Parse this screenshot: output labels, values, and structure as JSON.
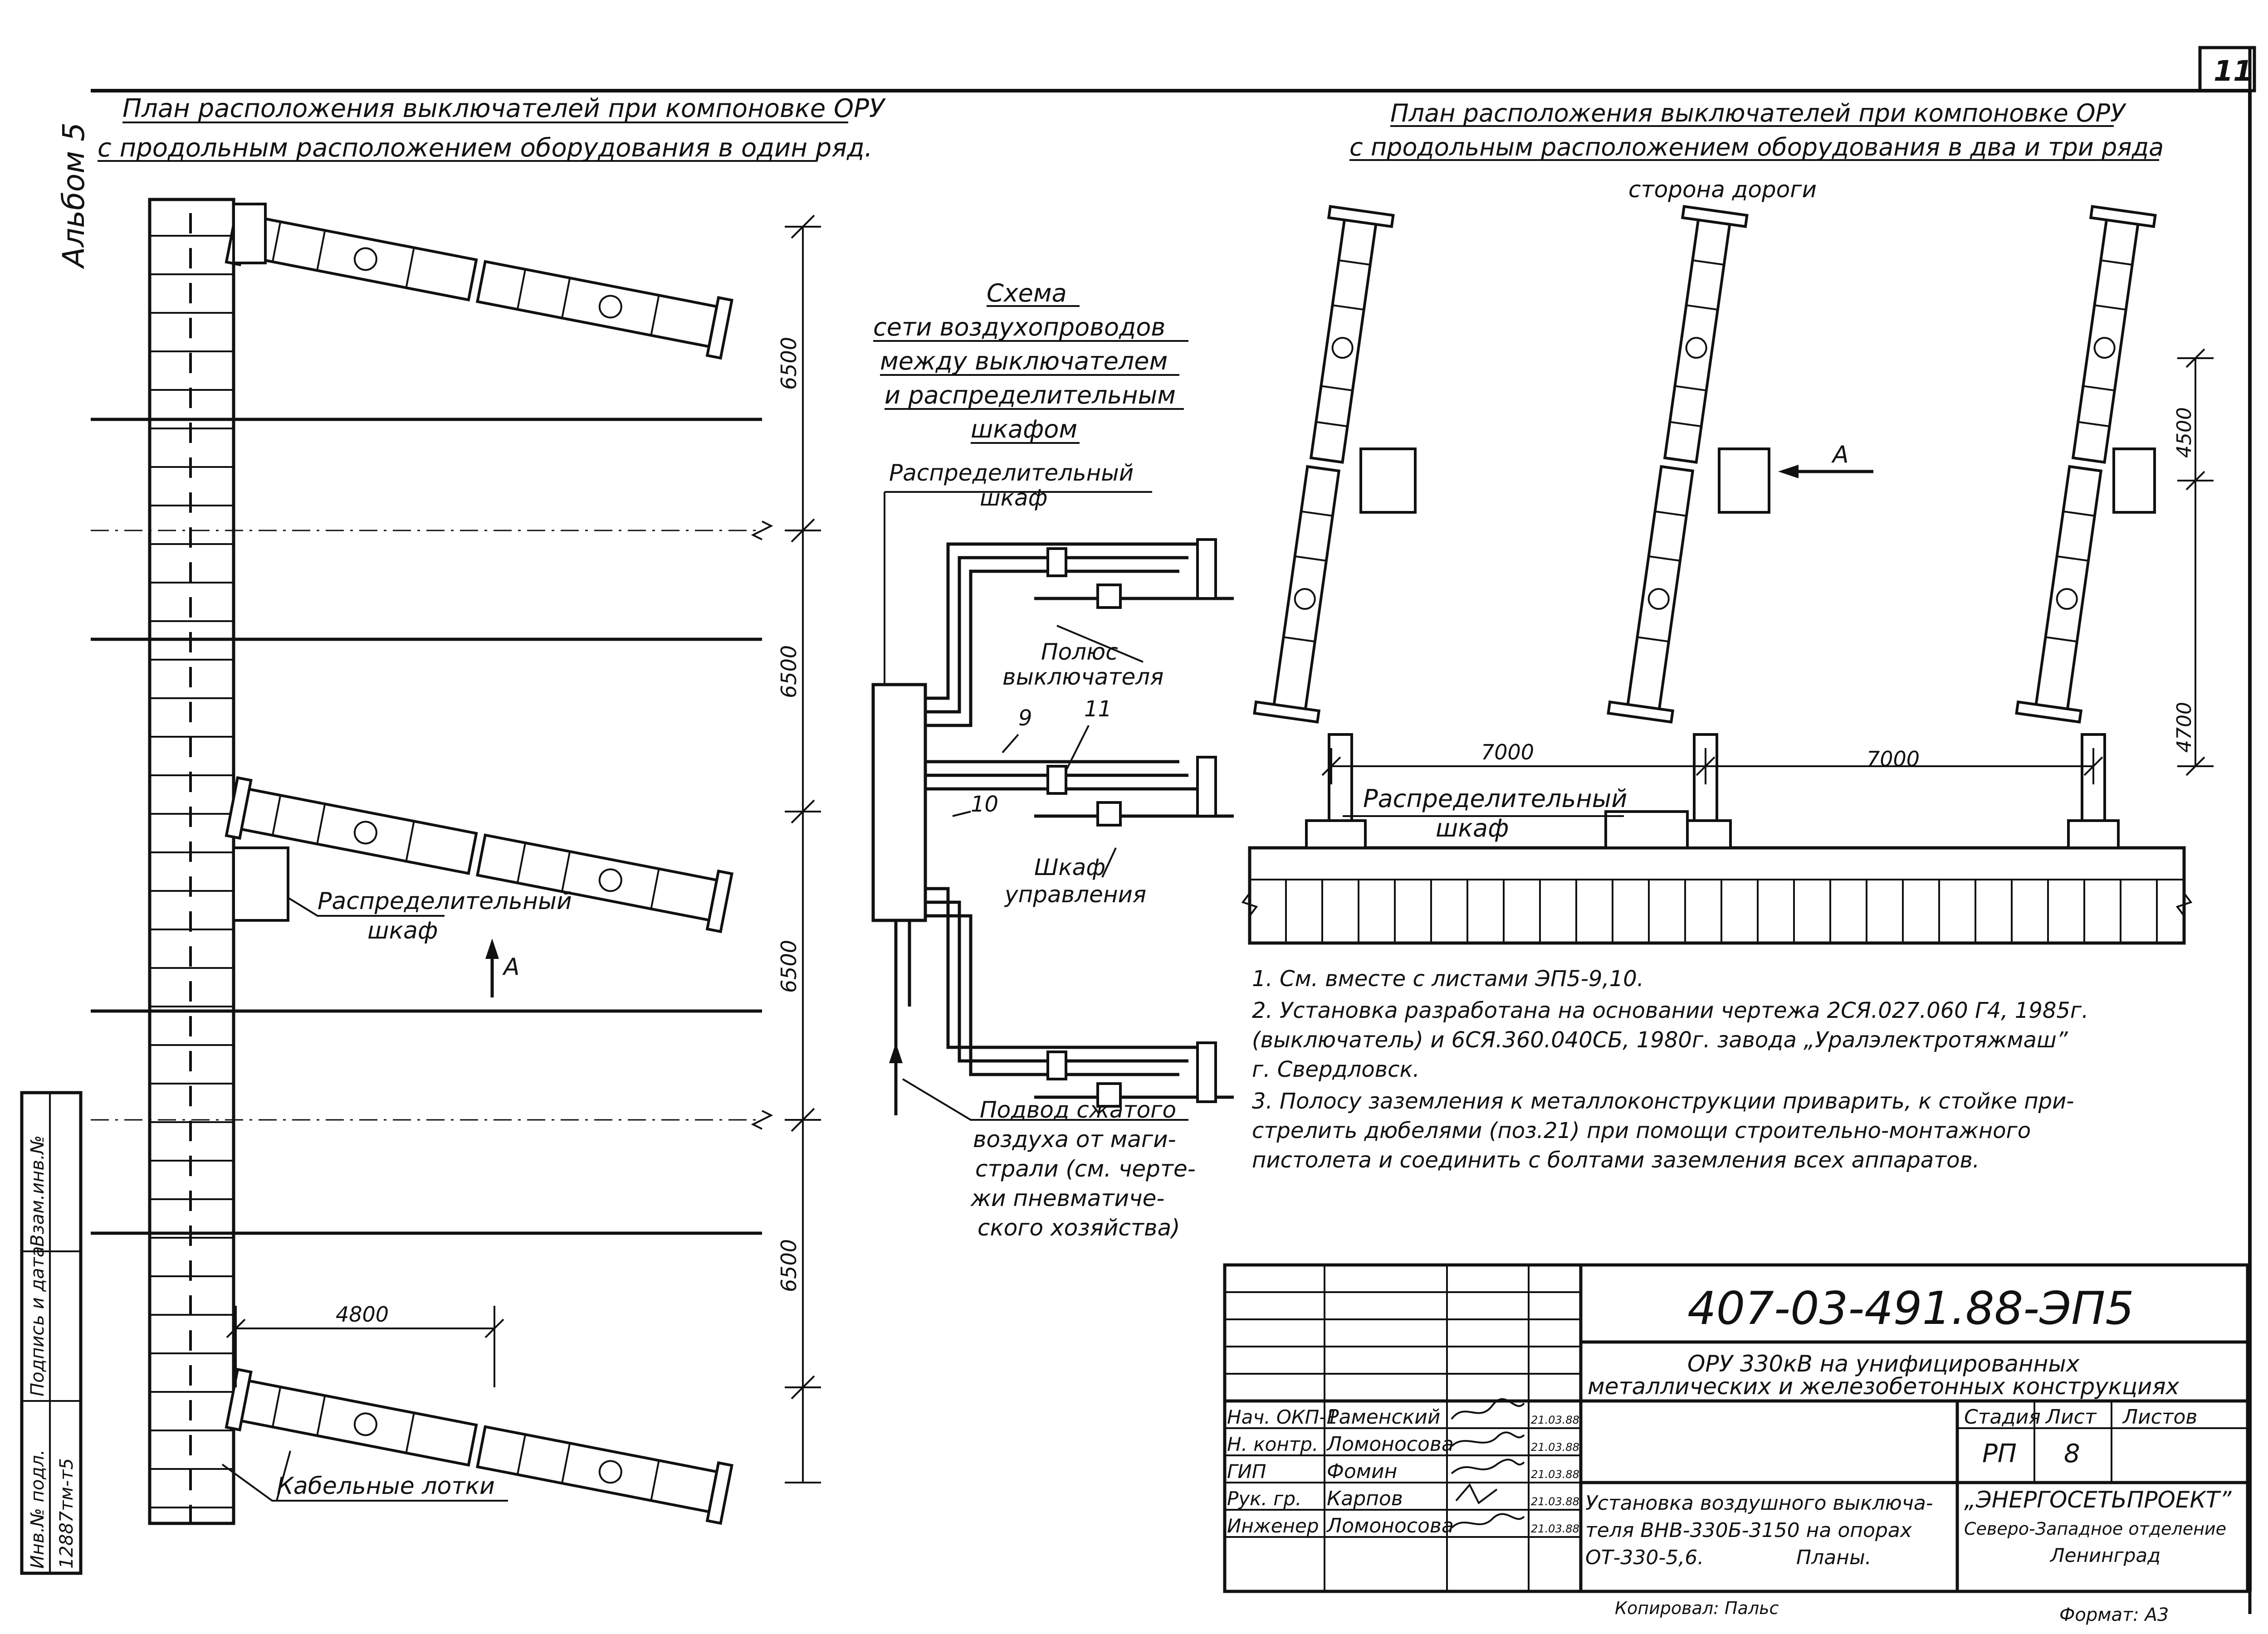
{
  "sheet_number": "11",
  "album": "Альбом 5",
  "left_plan": {
    "title_line1": "План расположения выключателей при компоновке ОРУ",
    "title_line2": "с продольным расположением оборудования в один ряд.",
    "dims": [
      "6500",
      "6500",
      "6500",
      "6500"
    ],
    "dim_4800": "4800",
    "cabinet_label_1": "Распределительный",
    "cabinet_label_2": "шкаф",
    "arrow_label": "А",
    "trays_label": "Кабельные лотки"
  },
  "scheme": {
    "title_1": "Схема",
    "title_2": "сети воздухопроводов",
    "title_3": "между выключателем",
    "title_4": "и распределительным",
    "title_5": "шкафом",
    "cabinet_1": "Распределительный",
    "cabinet_2": "шкаф",
    "pole_1": "Полюс",
    "pole_2": "выключателя",
    "num_9": "9",
    "num_10": "10",
    "num_11": "11",
    "control_1": "Шкаф",
    "control_2": "управления",
    "supply_1": "Подвод сжатого",
    "supply_2": "воздуха от маги-",
    "supply_3": "страли (см. черте-",
    "supply_4": "жи пневматиче-",
    "supply_5": "ского хозяйства)"
  },
  "right_plan": {
    "title_line1": "План расположения выключателей при компоновке ОРУ",
    "title_line2": "с продольным расположением оборудования в два и три ряда",
    "road_side": "сторона дороги",
    "arrow_label": "А",
    "dim_7000_a": "7000",
    "dim_7000_b": "7000",
    "dim_4500": "4500",
    "dim_4700": "4700",
    "cabinet_1": "Распределительный",
    "cabinet_2": "шкаф"
  },
  "notes": [
    "1.  См. вместе с листами ЭП5-9,10.",
    "2.  Установка разработана на основании чертежа 2СЯ.027.060 Г4, 1985г.",
    "     (выключатель) и 6СЯ.360.040СБ, 1980г. завода „Уралэлектротяжмаш”",
    "     г. Свердловск.",
    "3.  Полосу заземления к металлоконструкции приварить, к стойке при-",
    "     стрелить дюбелями (поз.21) при помощи строительно-монтажного",
    "     пистолета и соединить с болтами заземления всех аппаратов."
  ],
  "title_block": {
    "doc_code": "407-03-491.88-ЭП5",
    "project_1": "ОРУ 330кВ на унифицированных",
    "project_2": "металлических и железобетонных конструкциях",
    "rows": [
      {
        "role": "Нач. ОКП-1",
        "name": "Раменский",
        "date": "21.03.88"
      },
      {
        "role": "Н. контр.",
        "name": "Ломоносова",
        "date": "21.03.88"
      },
      {
        "role": "ГИП",
        "name": "Фомин",
        "date": "21.03.88"
      },
      {
        "role": "Рук. гр.",
        "name": "Карпов",
        "date": "21.03.88"
      },
      {
        "role": "Инженер",
        "name": "Ломоносова",
        "date": "21.03.88"
      }
    ],
    "stage_hdr": "Стадия",
    "sheet_hdr": "Лист",
    "sheets_hdr": "Листов",
    "stage": "РП",
    "sheet": "8",
    "description_1": "Установка воздушного выключа-",
    "description_2": "теля ВНВ-330Б-3150 на опорах",
    "description_3": "ОТ-330-5,6.",
    "description_4": "Планы.",
    "org_1": "„ЭНЕРГОСЕТЬПРОЕКТ”",
    "org_2": "Северо-Западное отделение",
    "org_3": "Ленинград",
    "copied": "Копировал: Пальс",
    "format": "Формат: А3"
  },
  "side_stamp": {
    "inv_orig": "Инв.№ подл.",
    "sign_date": "Подпись и дата",
    "inv_repl": "Взам.инв.№",
    "inv_value": "12887тм-т5"
  }
}
